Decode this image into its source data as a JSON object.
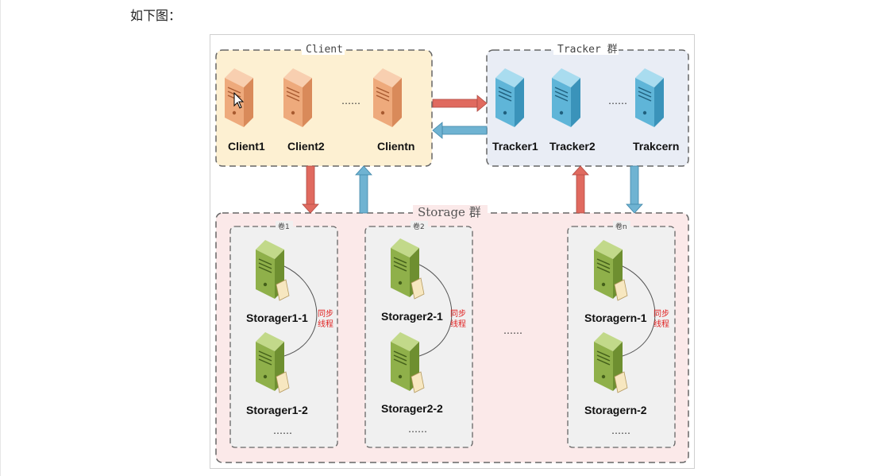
{
  "intro_text": "如下图：",
  "diagram": {
    "client_group": {
      "title": "Client",
      "nodes": [
        "Client1",
        "Client2",
        "Clientn"
      ],
      "ellipsis": "……"
    },
    "tracker_group": {
      "title": "Tracker 群",
      "nodes": [
        "Tracker1",
        "Tracker2",
        "Trakcern"
      ],
      "ellipsis": "……"
    },
    "storage_group": {
      "title": "Storage 群",
      "ellipsis": "……",
      "volumes": [
        {
          "title": "卷1",
          "nodes": [
            "Storager1-1",
            "Storager1-2"
          ],
          "sync_label": [
            "同步",
            "线程"
          ],
          "ellipsis": "……"
        },
        {
          "title": "卷2",
          "nodes": [
            "Storager2-1",
            "Storager2-2"
          ],
          "sync_label": [
            "同步",
            "线程"
          ],
          "ellipsis": "……"
        },
        {
          "title": "卷n",
          "nodes": [
            "Storagern-1",
            "Storagern-2"
          ],
          "sync_label": [
            "同步",
            "线程"
          ],
          "ellipsis": "……"
        }
      ]
    },
    "colors": {
      "client_fill": "#fdf0d2",
      "tracker_fill": "#e9edf5",
      "storage_fill": "#fbe9e9",
      "volume_fill": "#f0f0f0",
      "server_orange": "#eeaa7c",
      "server_blue": "#5fb5d8",
      "server_green": "#8fb04a",
      "arrow_red": "#e06a5f",
      "arrow_blue": "#6fb3d2"
    }
  }
}
